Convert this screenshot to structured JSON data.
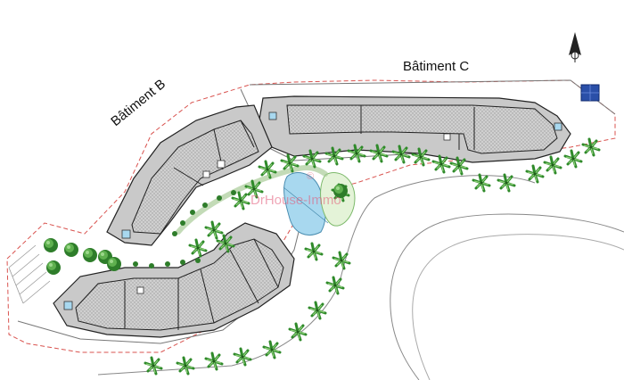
{
  "buildings": [
    {
      "id": "C",
      "label": "Bâtiment C"
    },
    {
      "id": "B",
      "label": "Bâtiment B"
    }
  ],
  "watermark": "DrHouse-Immo",
  "watermark_symbol": "©",
  "icons": {
    "north_arrow": "north-arrow-icon",
    "solar_panel": "solar-panel-icon",
    "palm_tree": "palm-tree-icon",
    "round_tree": "round-tree-icon"
  },
  "colors": {
    "building_fill": "#c9c9c9",
    "building_outline": "#222222",
    "greenery": "#3e9b34",
    "water": "#a8d8ef",
    "plot_boundary": "#d9534f",
    "solar": "#2a4fa8"
  }
}
